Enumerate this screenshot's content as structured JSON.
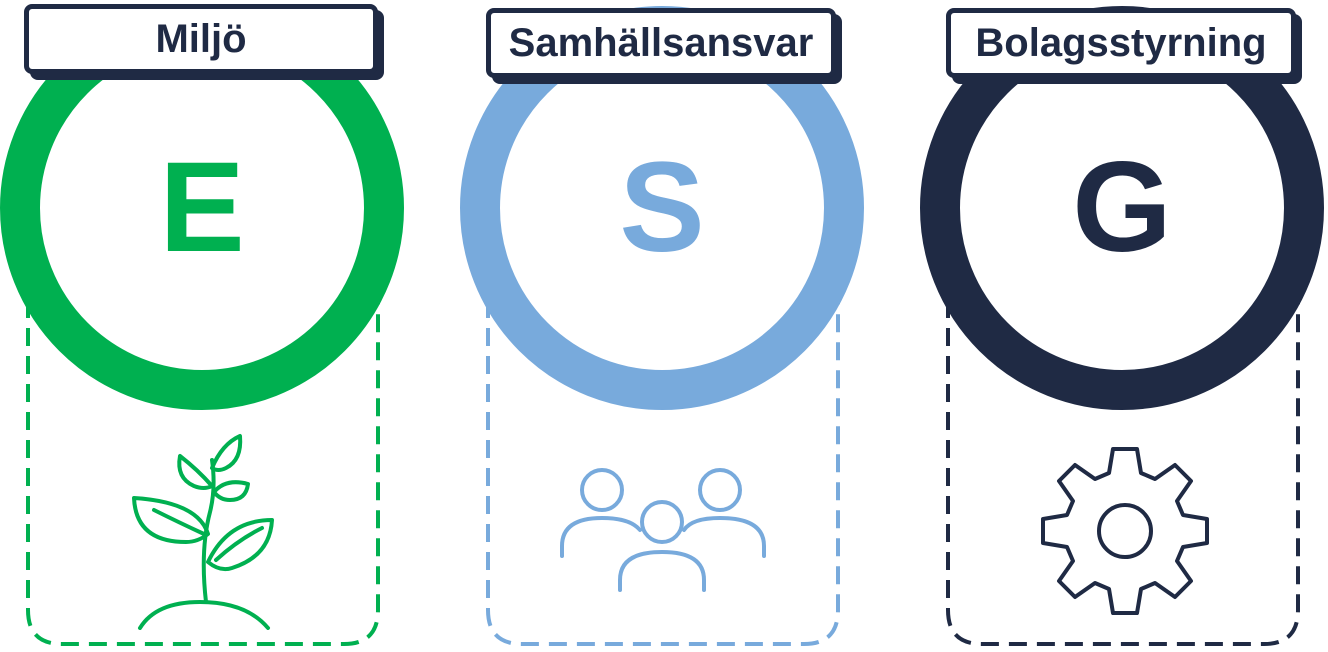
{
  "pillars": [
    {
      "key": "environment",
      "title": "Miljö",
      "letter": "E",
      "color": "#00b050",
      "icon": "plant-icon"
    },
    {
      "key": "social",
      "title": "Samhällsansvar",
      "letter": "S",
      "color": "#78aadc",
      "icon": "people-icon"
    },
    {
      "key": "governance",
      "title": "Bolagsstyrning",
      "letter": "G",
      "color": "#1f2a44",
      "icon": "gear-icon"
    }
  ]
}
